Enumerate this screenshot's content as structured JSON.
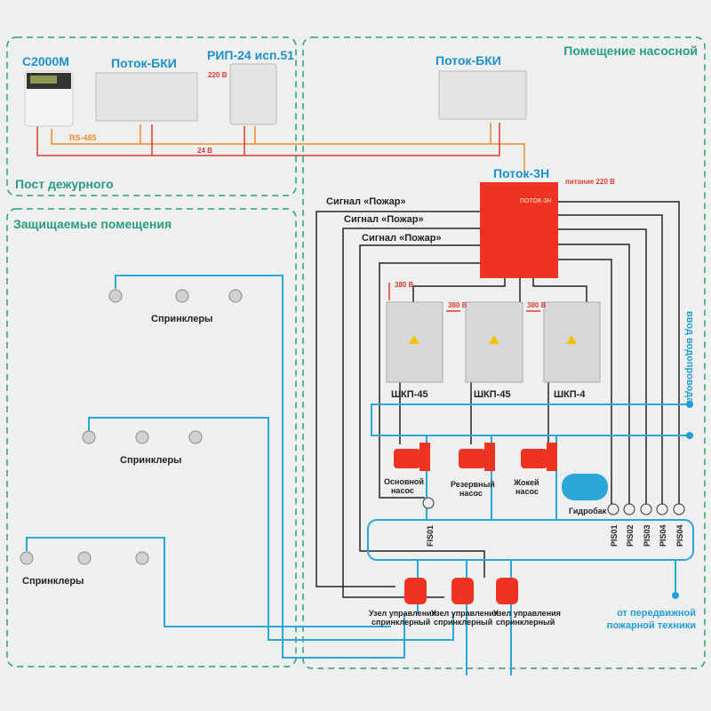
{
  "zones": {
    "duty_post": "Пост дежурного",
    "pump_room": "Помещение насосной",
    "protected_rooms": "Защищаемые помещения"
  },
  "devices": {
    "c2000m": "С2000М",
    "potok_bki_1": "Поток-БКИ",
    "rip": "РИП-24 исп.51",
    "rip_power": "220 В",
    "potok_bki_2": "Поток-БКИ",
    "potok_3n": "Поток-3Н",
    "potok_3n_panel": "ПОТОК-3Н",
    "potok_3n_power": "питание 220 В",
    "shkp": [
      "ШКП-45",
      "ШКП-45",
      "ШКП-4"
    ],
    "shkp_power": "380 В"
  },
  "lines": {
    "rs485": "RS-485",
    "v24": "24 В"
  },
  "signals": [
    "Сигнал «Пожар»",
    "Сигнал «Пожар»",
    "Сигнал «Пожар»"
  ],
  "pumps": [
    {
      "line1": "Основной",
      "line2": "насос"
    },
    {
      "line1": "Резервный",
      "line2": "насос"
    },
    {
      "line1": "Жокей",
      "line2": "насос"
    }
  ],
  "tank": "Гидробак",
  "sensors": {
    "flow": "FIS01",
    "pressure": [
      "PIS01",
      "PIS02",
      "PIS03",
      "PIS04",
      "PIS04"
    ]
  },
  "valves": [
    {
      "line1": "Узел управления",
      "line2": "спринклерный"
    },
    {
      "line1": "Узел управления",
      "line2": "спринклерный"
    },
    {
      "line1": "Узел управления",
      "line2": "спринклерный"
    }
  ],
  "sprinklers": [
    "Спринклеры",
    "Спринклеры",
    "Спринклеры"
  ],
  "water_inlet": "ввод водопровода",
  "mobile": {
    "line1": "от передвижной",
    "line2": "пожарной техники"
  },
  "colors": {
    "zone": "#2a9a84",
    "pipe": "#2aa6d8",
    "signal": "#222222",
    "power": "#e03a2e",
    "rs485": "#f08a2a",
    "device_red": "#ee3322"
  }
}
